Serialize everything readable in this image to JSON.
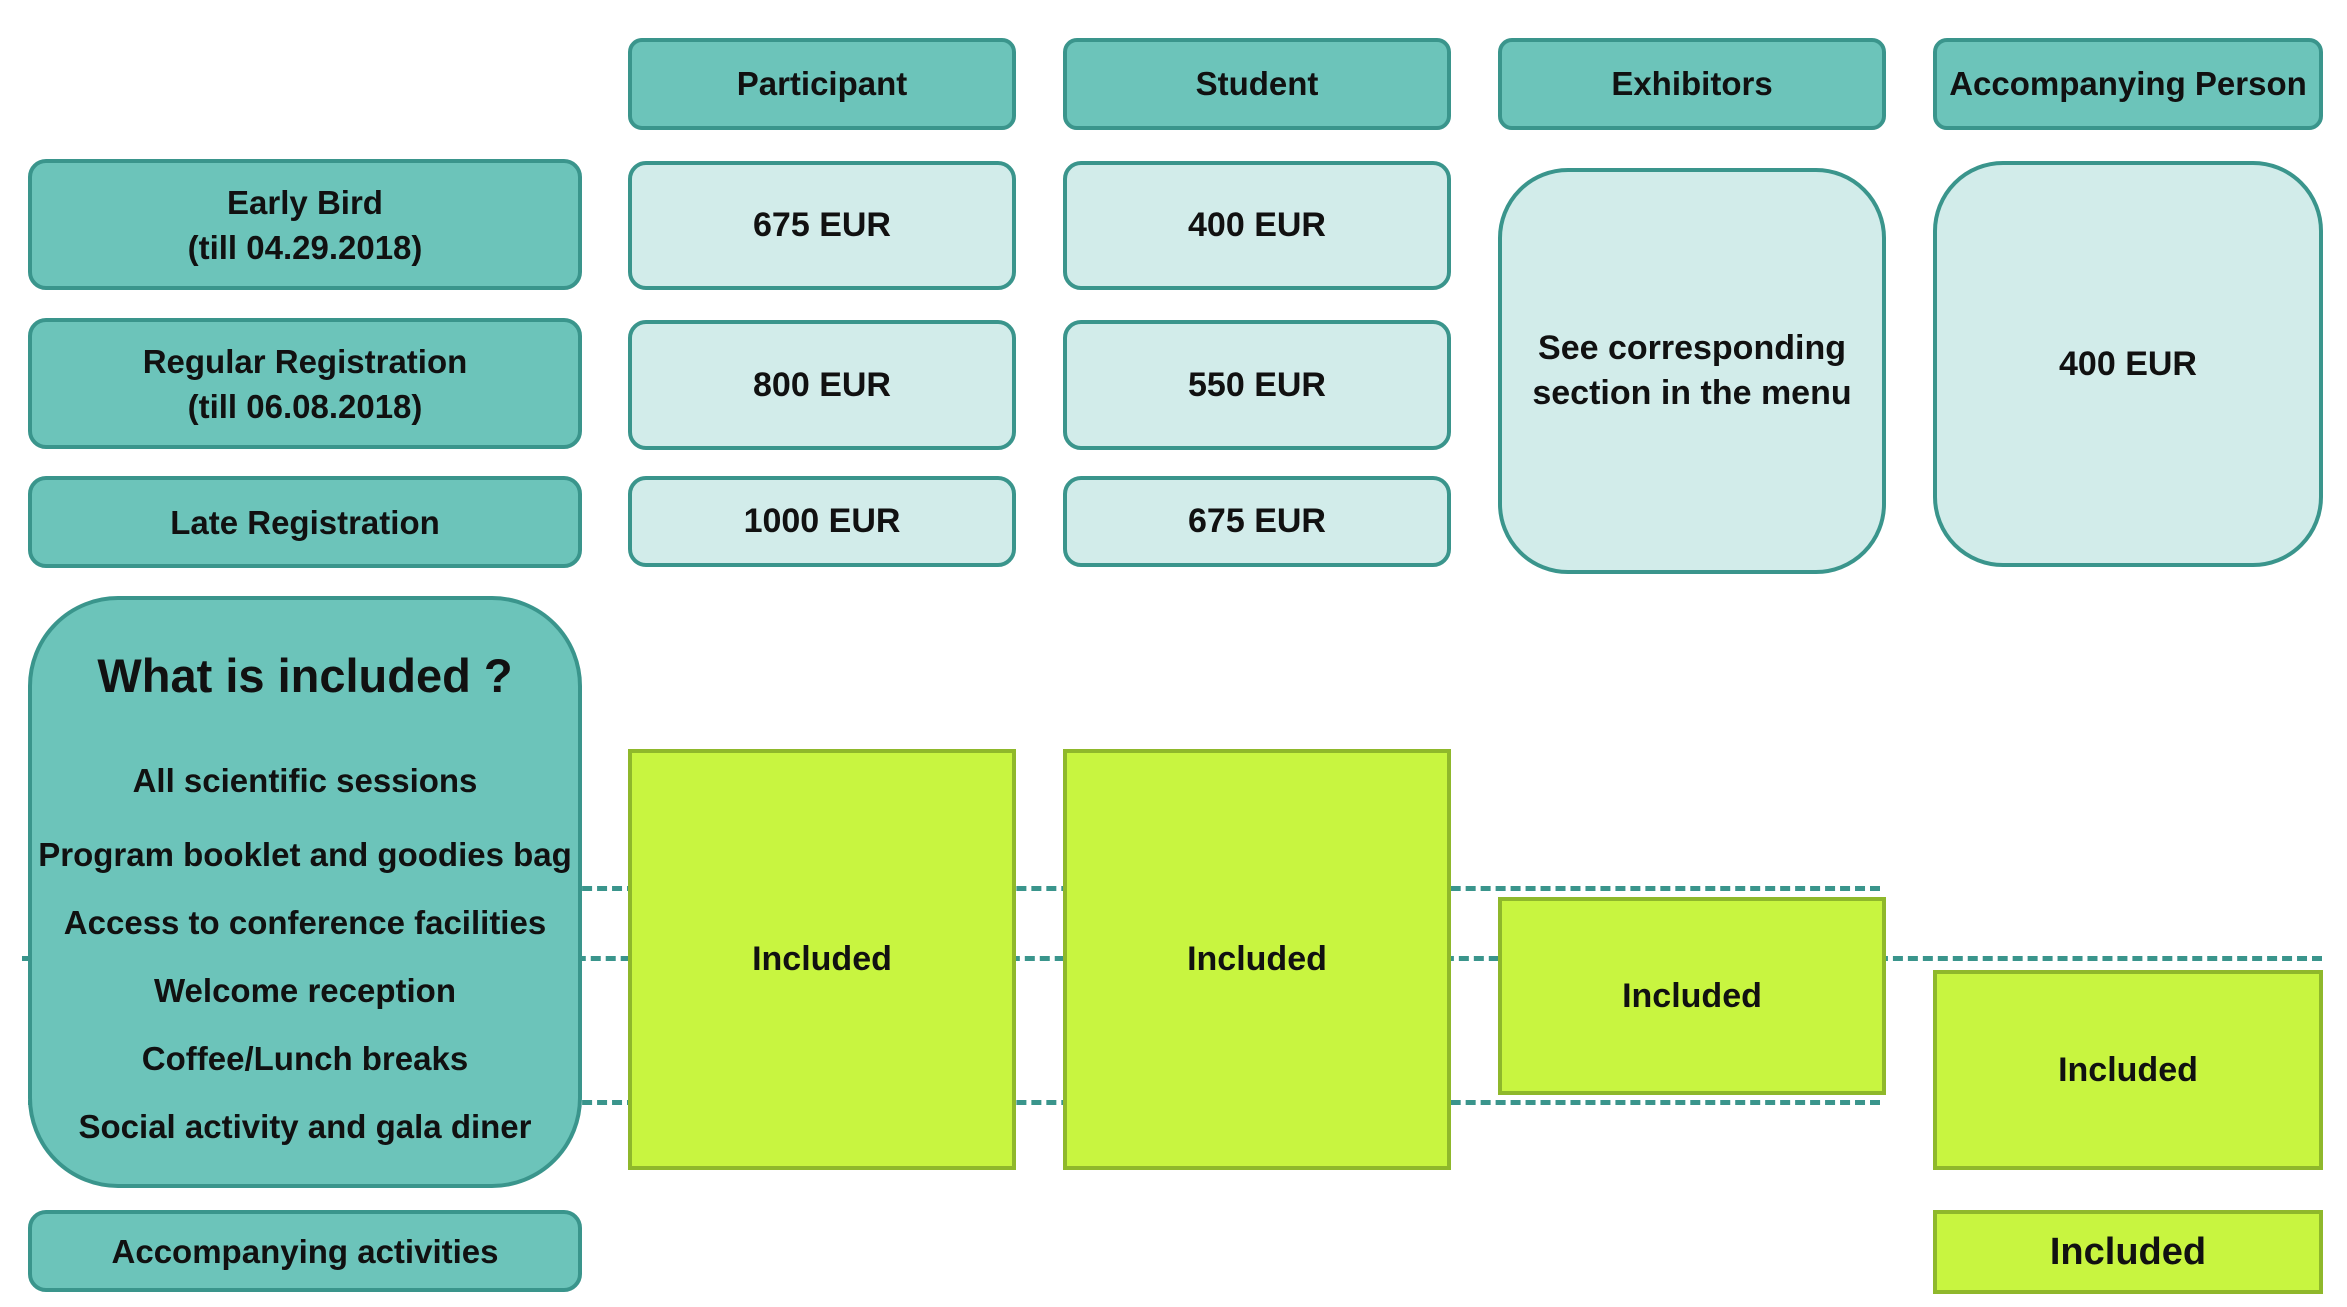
{
  "columns": [
    "Participant",
    "Student",
    "Exhibitors",
    "Accompanying Person"
  ],
  "rows": {
    "early_bird": [
      "Early Bird",
      "(till 04.29.2018)"
    ],
    "regular": [
      "Regular Registration",
      "(till 06.08.2018)"
    ],
    "late": [
      "Late Registration"
    ],
    "accompanying_activities": "Accompanying activities"
  },
  "prices": {
    "participant": {
      "early": "675 EUR",
      "regular": "800 EUR",
      "late": "1000 EUR"
    },
    "student": {
      "early": "400 EUR",
      "regular": "550 EUR",
      "late": "675 EUR"
    },
    "exhibitors": [
      "See corresponding",
      "section in the menu"
    ],
    "accompanying_person": "400 EUR"
  },
  "included": {
    "title": "What is included ?",
    "items": [
      "All scientific sessions",
      "Program booklet and goodies bag",
      "Access to conference facilities",
      "Welcome reception",
      "Coffee/Lunch breaks",
      "Social activity and gala diner"
    ],
    "label": "Included"
  },
  "colors": {
    "teal_fill": "#6cc4ba",
    "teal_border": "#3a958c",
    "light_fill": "#d2ecea",
    "green_fill": "#c8f540",
    "green_border": "#8fb82b"
  }
}
